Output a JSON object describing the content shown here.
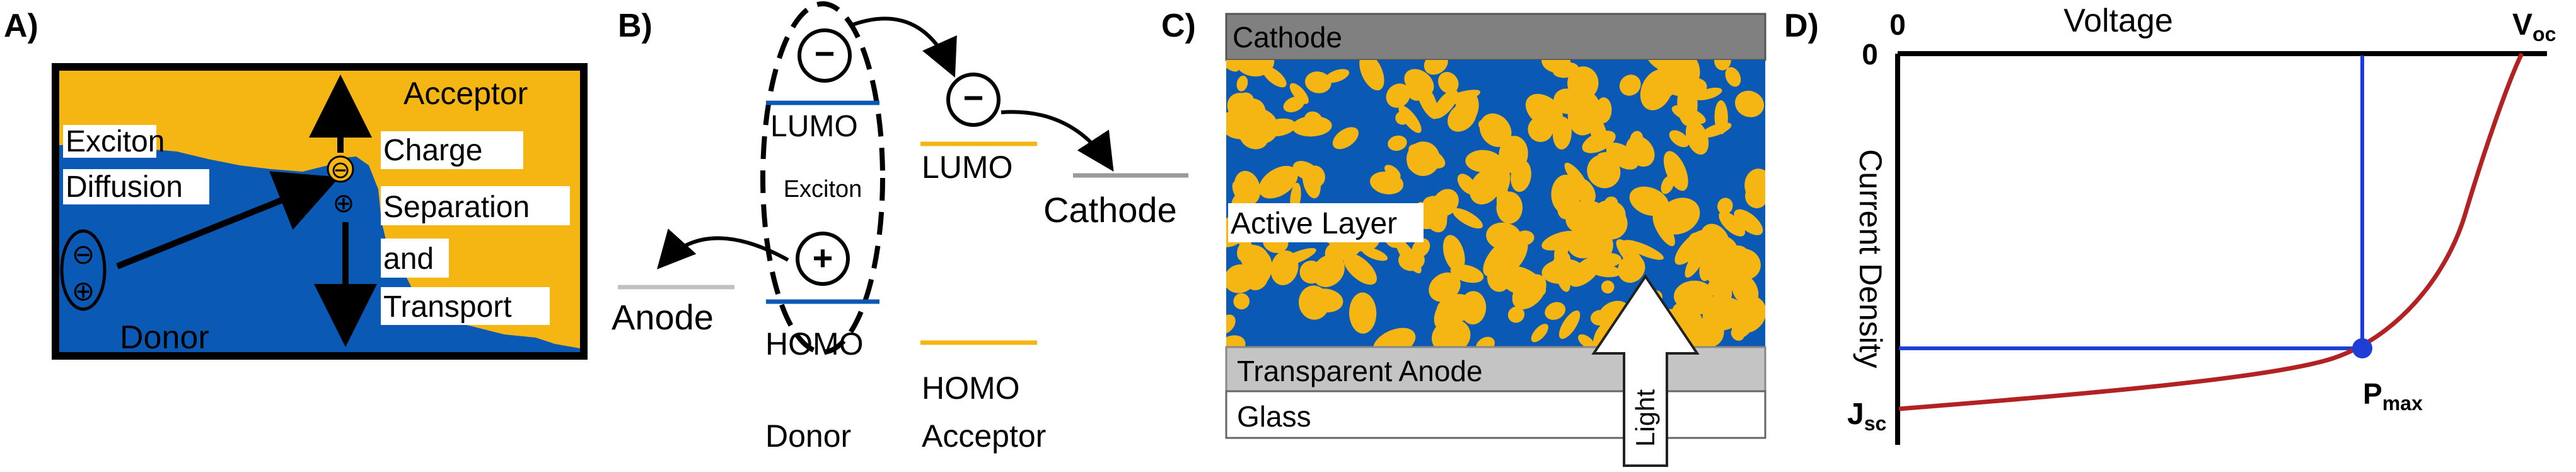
{
  "colors": {
    "donor": "#0a5ab5",
    "acceptor": "#f5b614",
    "electrode_gray": "#9a9a9a",
    "anode_gray": "#c0c0c0",
    "cathode_bar": "#808080",
    "iv_curve": "#b22222",
    "iv_guides": "#1f3ed6"
  },
  "panel_a": {
    "label": "A)",
    "acceptor": "Acceptor",
    "exciton": "Exciton",
    "diffusion": "Diffusion",
    "charge": "Charge",
    "separation": "Separation",
    "and": "and",
    "transport": "Transport",
    "donor": "Donor",
    "minus": "⊖",
    "plus": "⊕"
  },
  "panel_b": {
    "label": "B)",
    "lumo_donor": "LUMO",
    "exciton": "Exciton",
    "lumo_acceptor": "LUMO",
    "cathode": "Cathode",
    "anode": "Anode",
    "homo_donor": "HOMO",
    "homo_acceptor": "HOMO",
    "donor": "Donor",
    "acceptor": "Acceptor",
    "minus": "−",
    "plus": "+"
  },
  "panel_c": {
    "label": "C)",
    "cathode": "Cathode",
    "active_layer": "Active Layer",
    "anode": "Transparent Anode",
    "glass": "Glass",
    "light": "Light"
  },
  "panel_d": {
    "label": "D)",
    "x_axis": "Voltage",
    "y_axis": "Current Density",
    "origin_x": "0",
    "origin_y": "0",
    "voc": "V",
    "voc_sub": "oc",
    "jsc": "J",
    "jsc_sub": "sc",
    "pmax": "P",
    "pmax_sub": "max"
  }
}
